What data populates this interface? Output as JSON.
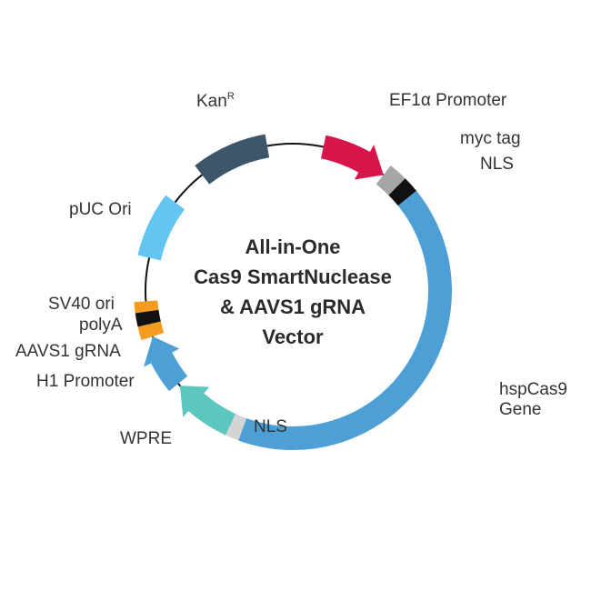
{
  "plasmid": {
    "title_lines": [
      "All-in-One",
      "Cas9 SmartNuclease",
      "& AAVS1 gRNA",
      "Vector"
    ]
  },
  "features": [
    {
      "key": "ef1a",
      "name": "EF1α Promoter",
      "color": "#d6164b",
      "start": 12,
      "end": 38,
      "arrow": true
    },
    {
      "key": "myc",
      "name": "myc tag",
      "color": "#a6a6a6",
      "start": 38,
      "end": 45
    },
    {
      "key": "nls1",
      "name": "NLS",
      "color": "#111111",
      "start": 45,
      "end": 51
    },
    {
      "key": "cas9",
      "name": "hspCas9 Gene",
      "color": "#4d9fd6",
      "start": 51,
      "end": 200
    },
    {
      "key": "nls2",
      "name": "NLS",
      "color": "#d4d4d4",
      "start": 200,
      "end": 205
    },
    {
      "key": "wpre",
      "name": "WPRE",
      "color": "#5bc7be",
      "start": 205,
      "end": 230,
      "arrow": true
    },
    {
      "key": "h1",
      "name": "H1 Promoter",
      "color": "#4d9fd6",
      "start": 231,
      "end": 252,
      "arrow": true
    },
    {
      "key": "aavs1",
      "name": "AAVS1 gRNA",
      "color": "#f39c1f",
      "start": 252,
      "end": 257
    },
    {
      "key": "polya",
      "name": "polyA",
      "color": "#111111",
      "start": 257,
      "end": 262
    },
    {
      "key": "sv40",
      "name": "SV40 ori",
      "color": "#f39c1f",
      "start": 262,
      "end": 266
    },
    {
      "key": "puc",
      "name": "pUC Ori",
      "color": "#63c6f2",
      "start": 283,
      "end": 307
    },
    {
      "key": "kan",
      "name": "Kan",
      "superscript": "R",
      "color": "#3e566a",
      "start": 322,
      "end": 350
    }
  ],
  "labels": {
    "ef1a": "EF1α Promoter",
    "myc": "myc tag",
    "nls1": "NLS",
    "cas9_line1": "hspCas9",
    "cas9_line2": "Gene",
    "nls2": "NLS",
    "wpre": "WPRE",
    "h1": "H1 Promoter",
    "aavs1": "AAVS1 gRNA",
    "polya": "polyA",
    "sv40": "SV40 ori",
    "puc": "pUC Ori",
    "kan": "Kan",
    "kan_sup": "R"
  }
}
